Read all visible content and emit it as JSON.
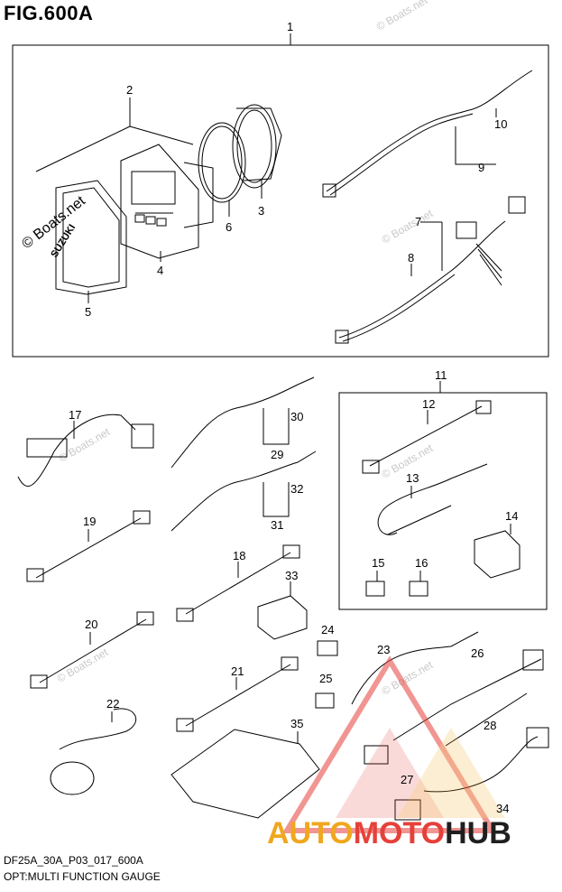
{
  "figure": {
    "title": "FIG.600A",
    "code": "DF25A_30A_P03_017_600A",
    "name": "OPT:MULTI FUNCTION GAUGE"
  },
  "watermarks": {
    "main": "© Boats.net",
    "repeat": "© Boats.net"
  },
  "brand": {
    "part1": "AUTO",
    "part2": "MOTO",
    "part3": "HUB",
    "colors": {
      "auto": "#f0a71e",
      "moto": "#e6403a",
      "hub": "#1f1f1f"
    }
  },
  "gauge": {
    "logo_text": "SUZUKI"
  },
  "callouts": [
    "1",
    "2",
    "3",
    "4",
    "5",
    "6",
    "7",
    "8",
    "9",
    "10",
    "11",
    "12",
    "13",
    "14",
    "15",
    "16",
    "17",
    "19",
    "18",
    "20",
    "21",
    "22",
    "23",
    "24",
    "25",
    "26",
    "27",
    "28",
    "29",
    "30",
    "31",
    "32",
    "33",
    "34",
    "35"
  ]
}
